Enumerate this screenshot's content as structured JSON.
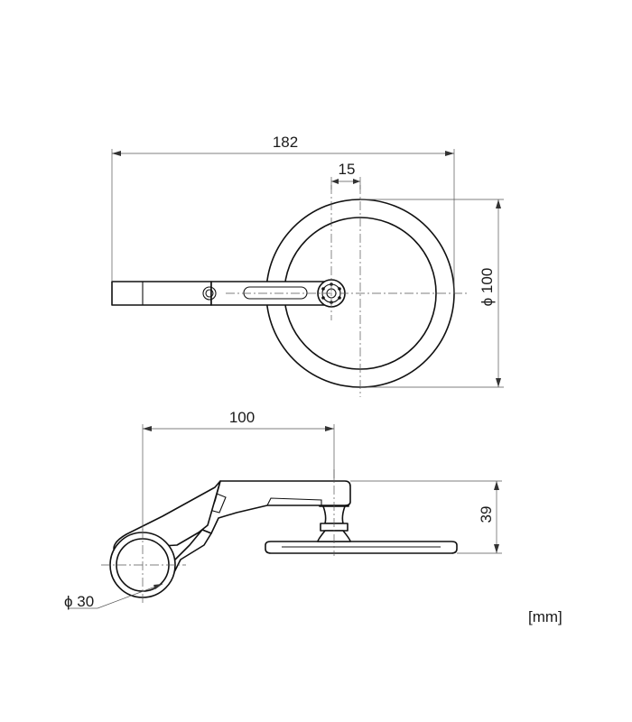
{
  "dimensions": {
    "overall_width": "182",
    "pivot_offset": "15",
    "mirror_diameter": "ϕ 100",
    "arm_reach": "100",
    "height": "39",
    "clamp_diameter": "ϕ 30"
  },
  "units": "[mm]",
  "colors": {
    "line": "#111111",
    "dimension": "#555555",
    "background": "#ffffff"
  }
}
